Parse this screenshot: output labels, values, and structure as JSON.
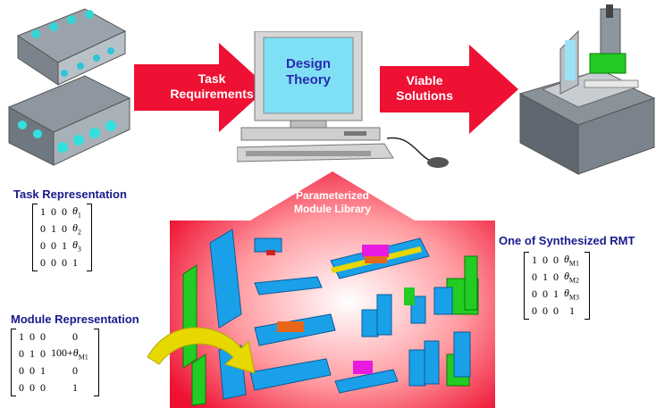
{
  "arrows": {
    "task_requirements": [
      "Task",
      "Requirements"
    ],
    "viable_solutions": [
      "Viable",
      "Solutions"
    ]
  },
  "computer": {
    "screen_text": [
      "Design",
      "Theory"
    ]
  },
  "library": {
    "title": [
      "Parameterized",
      "Module Library"
    ]
  },
  "task_representation": {
    "title": "Task Representation",
    "matrix": [
      [
        "1",
        "0",
        "0",
        "θ1"
      ],
      [
        "0",
        "1",
        "0",
        "θ2"
      ],
      [
        "0",
        "0",
        "1",
        "θ3"
      ],
      [
        "0",
        "0",
        "0",
        "1"
      ]
    ]
  },
  "module_representation": {
    "title": "Module Representation",
    "matrix": [
      [
        "1",
        "0",
        "0",
        "0"
      ],
      [
        "0",
        "1",
        "0",
        "100+θM1"
      ],
      [
        "0",
        "0",
        "1",
        "0"
      ],
      [
        "0",
        "0",
        "0",
        "1"
      ]
    ]
  },
  "synthesized_rmt": {
    "title": "One  of Synthesized RMT",
    "matrix": [
      [
        "1",
        "0",
        "0",
        "θM1"
      ],
      [
        "0",
        "1",
        "0",
        "θM2"
      ],
      [
        "0",
        "0",
        "1",
        "θM3"
      ],
      [
        "0",
        "0",
        "0",
        "1"
      ]
    ]
  },
  "colors": {
    "arrow_red": "#ee1133",
    "label_navy": "#1a1a8c",
    "screen_cyan": "#7fe0f5",
    "module_blue": "#1aa0e8",
    "module_green": "#22cc22"
  }
}
